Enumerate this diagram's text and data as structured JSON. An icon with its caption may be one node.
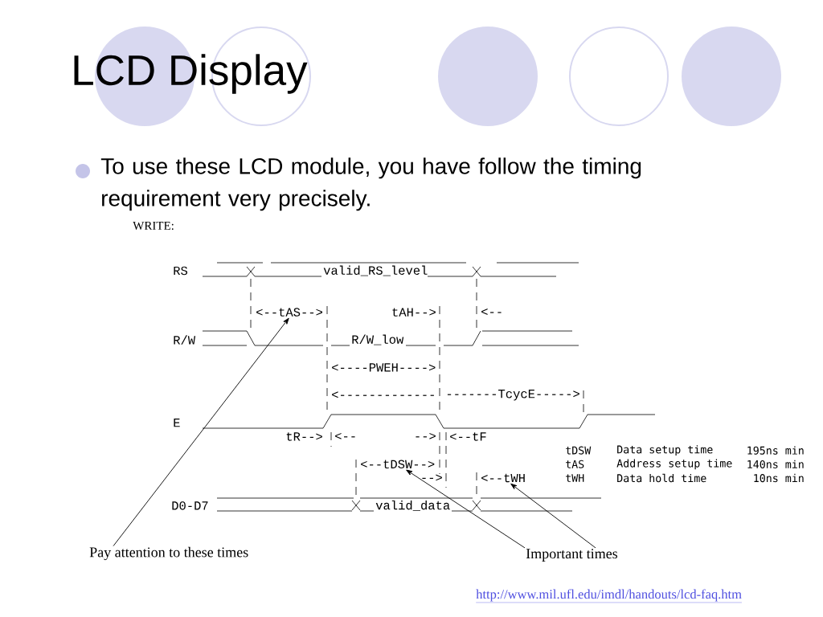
{
  "diagram": {
    "title": "LCD Display",
    "nodes": [
      {
        "text": [
          "Pay attention to these times"
        ]
      },
      {
        "text": [
          "Important times"
        ]
      },
      {
        "text": [
          "<--tAS-->"
        ]
      },
      {
        "text": [
          "<--tDSW-->"
        ]
      },
      {
        "text": [
          "<--tWH"
        ]
      }
    ],
    "edges": [
      {
        "from": 0,
        "to": 2,
        "arrow": "to"
      },
      {
        "from": 1,
        "to": 3,
        "arrow": "to"
      },
      {
        "from": 1,
        "to": 4,
        "arrow": "to"
      }
    ],
    "labels": [
      "To use these LCD module, you have follow the timing requirement very precisely.",
      "WRITE:",
      "RS",
      "valid_RS_level",
      "tAH-->",
      "<--",
      "R/W",
      "R/W_low",
      "<----PWEH---->",
      "<-------------",
      "-------TcycE----->",
      "E",
      "tR-->",
      "<--",
      "-->",
      "<--tF",
      "tDSW",
      "Data setup time",
      "195ns min",
      "tAS",
      "Address setup time",
      "140ns min",
      "-->",
      "tWH",
      "Data hold time",
      "10ns min",
      "D0-D7",
      "valid_data",
      "http://www.mil.ufl.edu/imdl/handouts/lcd-faq.htm"
    ]
  }
}
